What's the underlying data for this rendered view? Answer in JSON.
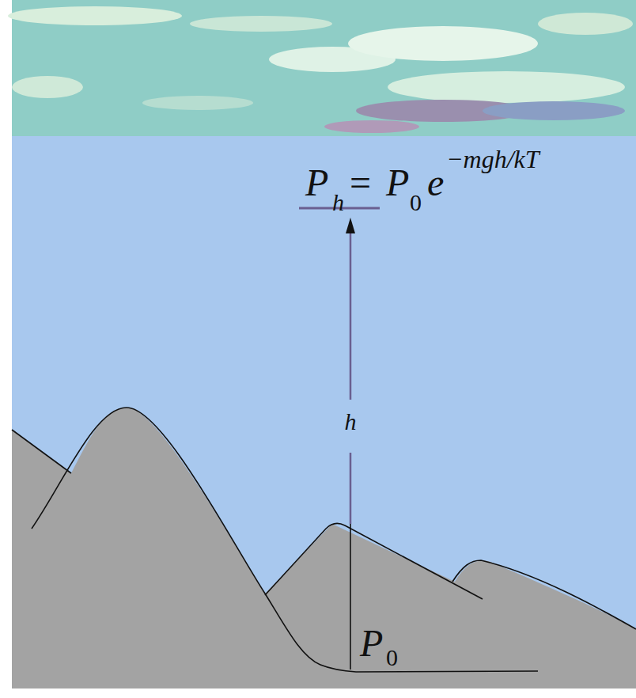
{
  "diagram": {
    "labels": [
      "P",
      "h",
      "=",
      "P",
      "0",
      "e",
      "−mgh/kT",
      "h",
      "P",
      "0"
    ]
  }
}
